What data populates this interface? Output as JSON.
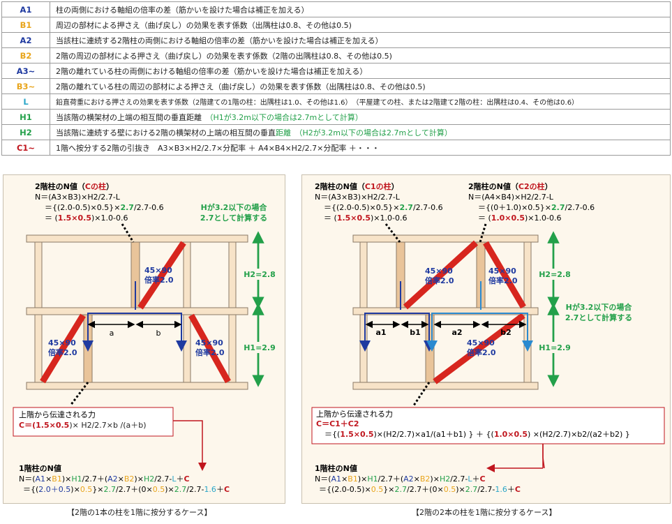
{
  "legend": [
    {
      "key": "A1",
      "color": "#1f3aa0",
      "desc": "柱の両側における軸組の倍率の差（筋かいを設けた場合は補正を加える）"
    },
    {
      "key": "B1",
      "color": "#e8a51c",
      "desc": "周辺の部材による押さえ（曲げ戻し）の効果を表す係数（出隅柱は0.8、その他は0.5)"
    },
    {
      "key": "A2",
      "color": "#1f3aa0",
      "desc": "当該柱に連続する2階柱の両側における軸組の倍率の差（筋かいを設けた場合は補正を加える）"
    },
    {
      "key": "B2",
      "color": "#e8a51c",
      "desc": "2階の周辺の部材による押さえ（曲げ戻し）の効果を表す係数（2階の出隅柱は0.8、その他は0.5)"
    },
    {
      "key": "A3~",
      "color": "#1f3aa0",
      "desc": "2階の離れている柱の両側における軸組の倍率の差（筋かいを設けた場合は補正を加える）"
    },
    {
      "key": "B3~",
      "color": "#e8a51c",
      "desc": "2階の離れている柱の周辺の部材による押さえ（曲げ戻し）の効果を表す係数（出隅柱は0.8、その他は0.5)"
    },
    {
      "key": "L",
      "color": "#2aa6c8",
      "desc": "鉛直荷重における押さえの効果を表す係数（2階建ての1階の柱：出隅柱は1.0、その他は1.6）　（平屋建ての柱、または2階建て2階の柱：出隅柱は0.4、その他は0.6）"
    },
    {
      "key": "H1",
      "color": "#23a04a",
      "desc": "当該階の横架材の上端の相互間の垂直距離",
      "note": "（H1が3.2m以下の場合は2.7mとして計算）"
    },
    {
      "key": "H2",
      "color": "#23a04a",
      "desc": "当該階に連続する壁における2階の横架材の上端の相互間の垂直",
      "desc_green": "距離",
      "note": "（H2が3.2m以下の場合は2.7mとして計算）"
    },
    {
      "key": "C1~",
      "color": "#c0161e",
      "desc": "1階へ按分する2階の引抜き　A3×B3×H2/2.7×分配率 ＋ A4×B4×H2/2.7×分配率 ＋・・・"
    }
  ],
  "left": {
    "title_a": "2階柱のN値（",
    "title_b": "Cの柱",
    "title_c": "）",
    "f1": "N＝(A3×B3)×H2/2.7-L",
    "f2_a": "＝{(2.0-0.5)×0.5}×",
    "f2_b": "2.7",
    "f2_c": "/2.7-0.6",
    "f3_a": "＝ (",
    "f3_b": "1.5×0.5",
    "f3_c": ")×1.0-0.6",
    "h_note_1": "Hが3.2以下の場合",
    "h_note_2": "2.7として計算する",
    "h2": "H2=2.8",
    "h1": "H1=2.9",
    "wall_upper_1": "45×90",
    "wall_upper_2": "倍率2.0",
    "wall_left_1": "45×90",
    "wall_left_2": "倍率2.0",
    "wall_right_1": "45×90",
    "wall_right_2": "倍率2.0",
    "dim_a": "a",
    "dim_b": "b",
    "force_title": "上階から伝達される力",
    "force_a": "C＝(",
    "force_b": "1.5×0.5",
    "force_c": ")×  H2/2.7×b  /(a＋b)",
    "n1_title": "1階柱のN値",
    "n1_line1": [
      "N＝(",
      "A1",
      "×",
      "B1",
      ")×",
      "H1",
      "/2.7＋(",
      "A2",
      "×",
      "B2",
      ")×",
      "H2",
      "/2.7-",
      "L",
      "＋",
      "C"
    ],
    "n1_line2": [
      "＝{(",
      "2.0＋0.5",
      ")×",
      "0.5",
      "}×",
      "2.7",
      "/2.7＋(0×",
      "0.5",
      ")×",
      "2.7",
      "/2.7-",
      "1.6",
      "＋",
      "C"
    ],
    "caption": "【2階の1本の柱を1階に按分するケース】"
  },
  "right": {
    "t1_a": "2階柱のN値（",
    "t1_b": "C1の柱",
    "t1_c": "）",
    "t1_f1": "N＝(A3×B3)×H2/2.7-L",
    "t1_f2_a": "＝{(2.0-0.5)×0.5}×",
    "t1_f2_b": "2.7",
    "t1_f2_c": "/2.7-0.6",
    "t1_f3_a": "＝ (",
    "t1_f3_b": "1.5×0.5",
    "t1_f3_c": ")×1.0-0.6",
    "t2_a": "2階柱のN値（",
    "t2_b": "C2の柱",
    "t2_c": "）",
    "t2_f1": "N＝(A4×B4)×H2/2.7-L",
    "t2_f2_a": "＝{(0＋1.0)×0.5}×",
    "t2_f2_b": "2.7",
    "t2_f2_c": "/2.7-0.6",
    "t2_f3_a": "＝ (",
    "t2_f3_b": "1.0×0.5",
    "t2_f3_c": ")×1.0-0.6",
    "h2": "H2=2.8",
    "h1": "H1=2.9",
    "h_note_1": "Hが3.2以下の場合",
    "h_note_2": "2.7として計算する",
    "wall_u1_1": "45×90",
    "wall_u1_2": "倍率2.0",
    "wall_u2_1": "45×90",
    "wall_u2_2": "倍率2.0",
    "wall_l_1": "45×90",
    "wall_l_2": "倍率2.0",
    "dim_a1": "a1",
    "dim_b1": "b1",
    "dim_a2": "a2",
    "dim_b2": "b2",
    "force_title": "上階から伝達される力",
    "force_line1": "C＝C1＋C2",
    "force_line2": [
      "＝{(",
      "1.5×0.5",
      ")×(H2/2.7)×a1/(a1＋b1)  } ＋ {(",
      "1.0×0.5",
      ")  ×(H2/2.7)×b2/(a2＋b2)  }"
    ],
    "n1_title": "1階柱のN値",
    "n1_line1": [
      "N＝(",
      "A1",
      "×",
      "B1",
      ")×",
      "H1",
      "/2.7＋(",
      "A2",
      "×",
      "B2",
      ")×",
      "H2",
      "/2.7-",
      "L",
      "＋",
      "C"
    ],
    "n1_line2": [
      "＝{(2.0-0.5)×",
      "0.5",
      "}×",
      "2.7",
      "/2.7＋(0×",
      "0.5",
      ")×",
      "2.7",
      "/2.7-",
      "1.6",
      "＋",
      "C"
    ],
    "caption": "【2階の2本の柱を1階に按分するケース】"
  },
  "colors": {
    "blue": "#1f3aa0",
    "orange": "#e8a51c",
    "green": "#23a04a",
    "red": "#c0161e",
    "cyan": "#2aa6c8",
    "brace": "#d7261e",
    "timber": "#f7e3c8",
    "post": "#e9c49a"
  }
}
